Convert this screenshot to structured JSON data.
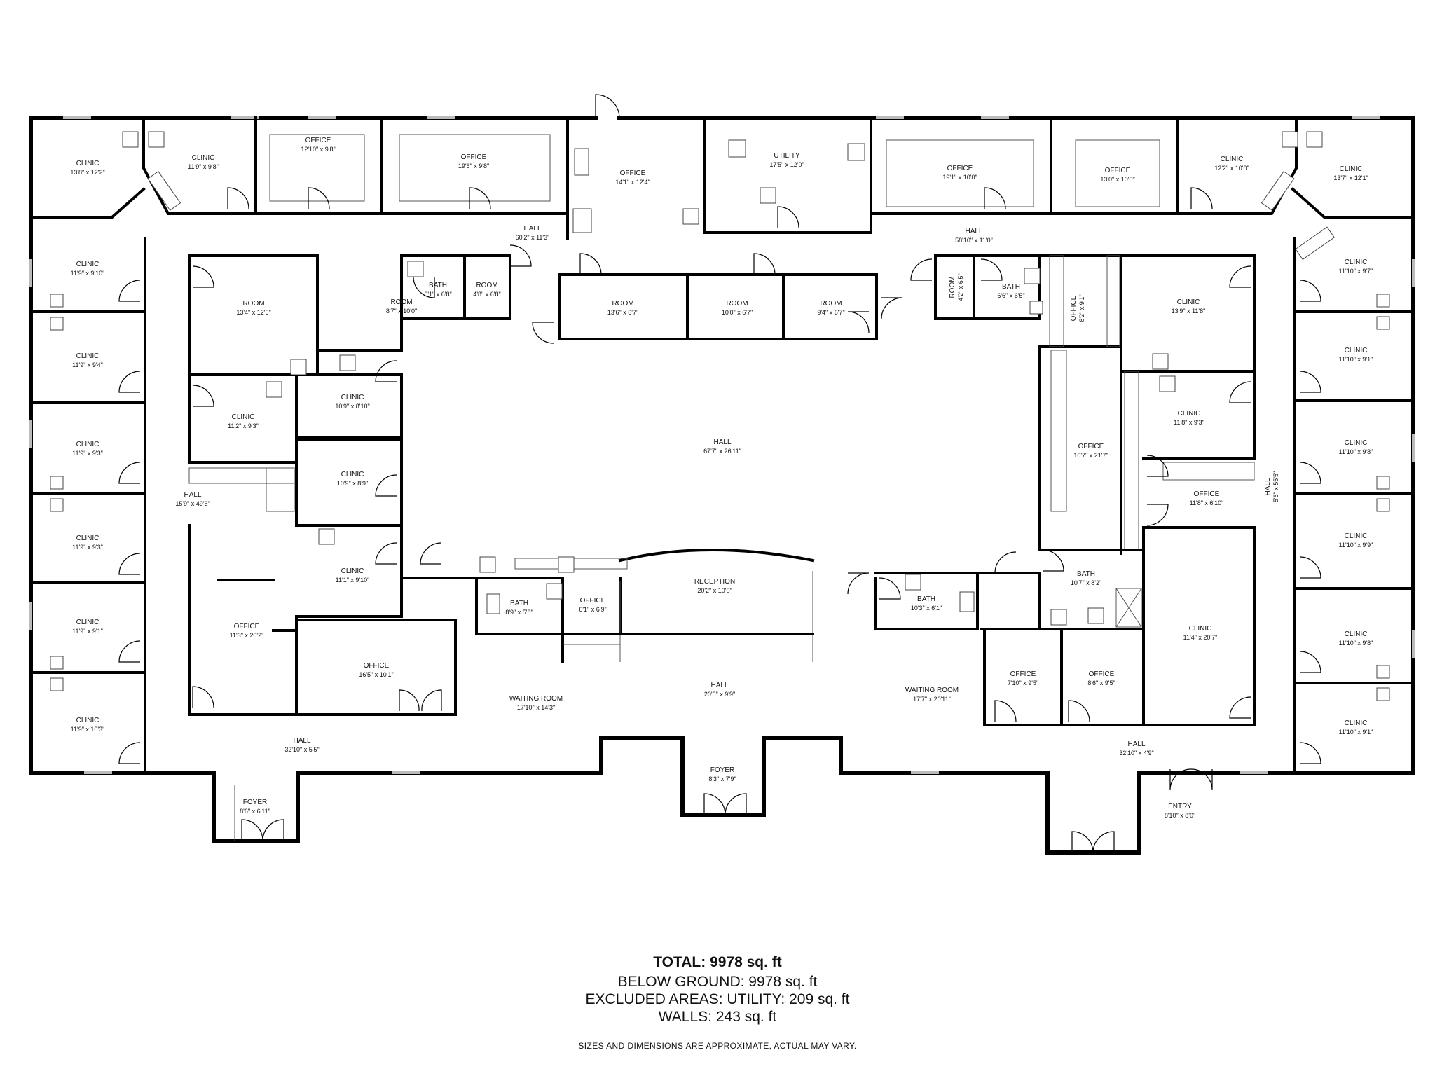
{
  "rooms": [
    {
      "id": "clinic-nw-corner",
      "name": "CLINIC",
      "dims": "13'8\" x 12'2\""
    },
    {
      "id": "clinic-n-1",
      "name": "CLINIC",
      "dims": "11'9\" x 9'8\""
    },
    {
      "id": "office-n-1",
      "name": "OFFICE",
      "dims": "12'10\" x 9'8\""
    },
    {
      "id": "office-n-2",
      "name": "OFFICE",
      "dims": "19'6\" x 9'8\""
    },
    {
      "id": "office-n-3",
      "name": "OFFICE",
      "dims": "14'1\" x 12'4\""
    },
    {
      "id": "utility",
      "name": "UTILITY",
      "dims": "17'5\" x 12'0\""
    },
    {
      "id": "office-n-4",
      "name": "OFFICE",
      "dims": "19'1\" x 10'0\""
    },
    {
      "id": "office-n-5",
      "name": "OFFICE",
      "dims": "13'0\" x 10'0\""
    },
    {
      "id": "clinic-n-2",
      "name": "CLINIC",
      "dims": "12'2\" x 10'0\""
    },
    {
      "id": "clinic-ne-corner",
      "name": "CLINIC",
      "dims": "13'7\" x 12'1\""
    },
    {
      "id": "hall-north-west",
      "name": "HALL",
      "dims": "60'2\" x 11'3\""
    },
    {
      "id": "hall-north-east",
      "name": "HALL",
      "dims": "58'10\" x 11'0\""
    },
    {
      "id": "clinic-w-1",
      "name": "CLINIC",
      "dims": "11'9\" x 9'10\""
    },
    {
      "id": "clinic-w-2",
      "name": "CLINIC",
      "dims": "11'9\" x 9'4\""
    },
    {
      "id": "clinic-w-3",
      "name": "CLINIC",
      "dims": "11'9\" x 9'3\""
    },
    {
      "id": "clinic-w-4",
      "name": "CLINIC",
      "dims": "11'9\" x 9'3\""
    },
    {
      "id": "clinic-w-5",
      "name": "CLINIC",
      "dims": "11'9\" x 9'1\""
    },
    {
      "id": "clinic-w-6",
      "name": "CLINIC",
      "dims": "11'9\" x 10'3\""
    },
    {
      "id": "room-large",
      "name": "ROOM",
      "dims": "13'4\" x 12'5\""
    },
    {
      "id": "room-narrow",
      "name": "ROOM",
      "dims": "8'7\" x 10'0\""
    },
    {
      "id": "bath-n-1",
      "name": "BATH",
      "dims": "6'1\" x 6'8\""
    },
    {
      "id": "room-small-1",
      "name": "ROOM",
      "dims": "4'8\" x 6'8\""
    },
    {
      "id": "room-c-1",
      "name": "ROOM",
      "dims": "13'6\" x 6'7\""
    },
    {
      "id": "room-c-2",
      "name": "ROOM",
      "dims": "10'0\" x 6'7\""
    },
    {
      "id": "room-c-3",
      "name": "ROOM",
      "dims": "9'4\" x 6'7\""
    },
    {
      "id": "room-tiny",
      "name": "ROOM",
      "dims": "4'2\" x 6'5\""
    },
    {
      "id": "bath-n-2",
      "name": "BATH",
      "dims": "6'6\" x 6'5\""
    },
    {
      "id": "office-vertical",
      "name": "OFFICE",
      "dims": "8'2\" x 9'1\""
    },
    {
      "id": "clinic-e-inner",
      "name": "CLINIC",
      "dims": "13'9\" x 11'8\""
    },
    {
      "id": "clinic-e-1",
      "name": "CLINIC",
      "dims": "11'10\" x 9'7\""
    },
    {
      "id": "clinic-e-2",
      "name": "CLINIC",
      "dims": "11'10\" x 9'1\""
    },
    {
      "id": "clinic-e-3",
      "name": "CLINIC",
      "dims": "11'10\" x 9'8\""
    },
    {
      "id": "clinic-e-4",
      "name": "CLINIC",
      "dims": "11'10\" x 9'9\""
    },
    {
      "id": "clinic-e-5",
      "name": "CLINIC",
      "dims": "11'10\" x 9'8\""
    },
    {
      "id": "clinic-e-6",
      "name": "CLINIC",
      "dims": "11'10\" x 9'1\""
    },
    {
      "id": "clinic-inner-w-1",
      "name": "CLINIC",
      "dims": "11'2\" x 9'3\""
    },
    {
      "id": "clinic-inner-w-2",
      "name": "CLINIC",
      "dims": "10'9\" x 8'10\""
    },
    {
      "id": "clinic-inner-w-3",
      "name": "CLINIC",
      "dims": "10'9\" x 8'9\""
    },
    {
      "id": "clinic-inner-w-4",
      "name": "CLINIC",
      "dims": "11'1\" x 9'10\""
    },
    {
      "id": "hall-west",
      "name": "HALL",
      "dims": "15'9\" x 49'6\""
    },
    {
      "id": "hall-center",
      "name": "HALL",
      "dims": "67'7\" x 26'11\""
    },
    {
      "id": "office-center-e",
      "name": "OFFICE",
      "dims": "10'7\" x 21'7\""
    },
    {
      "id": "clinic-inner-e-1",
      "name": "CLINIC",
      "dims": "11'8\" x 9'3\""
    },
    {
      "id": "office-inner-e",
      "name": "OFFICE",
      "dims": "11'8\" x 6'10\""
    },
    {
      "id": "hall-east",
      "name": "HALL",
      "dims": "5'6\" x 55'5\""
    },
    {
      "id": "office-sw-large",
      "name": "OFFICE",
      "dims": "11'3\" x 20'2\""
    },
    {
      "id": "office-sw-2",
      "name": "OFFICE",
      "dims": "16'5\" x 10'1\""
    },
    {
      "id": "bath-s-1",
      "name": "BATH",
      "dims": "8'9\" x 5'8\""
    },
    {
      "id": "office-s-small",
      "name": "OFFICE",
      "dims": "6'1\" x 6'9\""
    },
    {
      "id": "reception",
      "name": "RECEPTION",
      "dims": "20'2\" x 10'0\""
    },
    {
      "id": "bath-s-2",
      "name": "BATH",
      "dims": "10'3\" x 6'1\""
    },
    {
      "id": "bath-s-3",
      "name": "BATH",
      "dims": "10'7\" x 8'2\""
    },
    {
      "id": "clinic-se-large",
      "name": "CLINIC",
      "dims": "11'4\" x 20'7\""
    },
    {
      "id": "office-s-1",
      "name": "OFFICE",
      "dims": "7'10\" x 9'5\""
    },
    {
      "id": "office-s-2",
      "name": "OFFICE",
      "dims": "8'6\" x 9'5\""
    },
    {
      "id": "waiting-room-w",
      "name": "WAITING ROOM",
      "dims": "17'10\" x 14'3\""
    },
    {
      "id": "hall-south-center",
      "name": "HALL",
      "dims": "20'6\" x 9'9\""
    },
    {
      "id": "waiting-room-e",
      "name": "WAITING ROOM",
      "dims": "17'7\" x 20'11\""
    },
    {
      "id": "hall-south-west",
      "name": "HALL",
      "dims": "32'10\" x 5'5\""
    },
    {
      "id": "hall-south-east",
      "name": "HALL",
      "dims": "32'10\" x 4'9\""
    },
    {
      "id": "foyer-w",
      "name": "FOYER",
      "dims": "8'6\" x 6'11\""
    },
    {
      "id": "foyer-center",
      "name": "FOYER",
      "dims": "8'3\" x 7'9\""
    },
    {
      "id": "entry",
      "name": "ENTRY",
      "dims": "8'10\" x 8'0\""
    }
  ],
  "summary": {
    "total": "TOTAL: 9978 sq. ft",
    "below_ground": "BELOW GROUND: 9978 sq. ft",
    "excluded": "EXCLUDED AREAS: UTILITY: 209 sq. ft",
    "walls": "WALLS: 243 sq. ft",
    "note": "SIZES AND DIMENSIONS ARE APPROXIMATE, ACTUAL MAY VARY."
  }
}
